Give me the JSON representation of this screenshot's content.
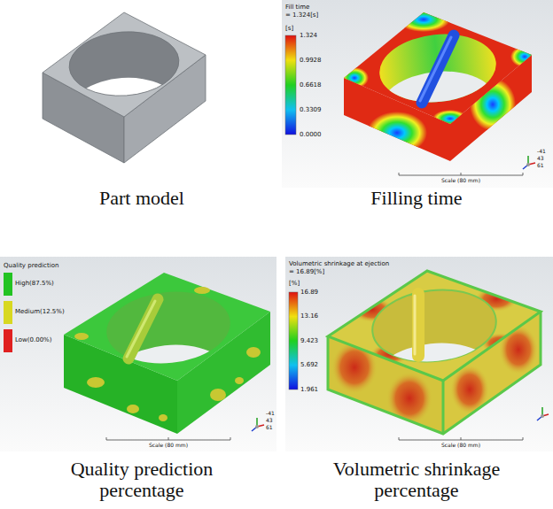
{
  "diagram": {
    "labels": [
      "Part model",
      "Fill time",
      "= 1.324[s]",
      "[s]",
      "1.324",
      "0.9928",
      "0.6618",
      "0.3309",
      "0.0000",
      "Scale (80 mm)",
      "-41",
      "43",
      "61",
      "Filling time",
      "Quality prediction",
      "Scale (80 mm)",
      "-41",
      "43",
      "61",
      "Quality prediction percentage",
      "Volumetric shrinkage at ejection",
      "= 16.89[%]",
      "[%]",
      "16.89",
      "13.16",
      "9.423",
      "5.692",
      "1.961",
      "Scale (80 mm)",
      "Volumetric shrinkage percentage"
    ],
    "legend": [
      {
        "text": "High(87.5%)",
        "color": "#22c322"
      },
      {
        "text": "Medium(12.5%)",
        "color": "#d8d820"
      },
      {
        "text": "Low(0.00%)",
        "color": "#e02020"
      }
    ]
  }
}
